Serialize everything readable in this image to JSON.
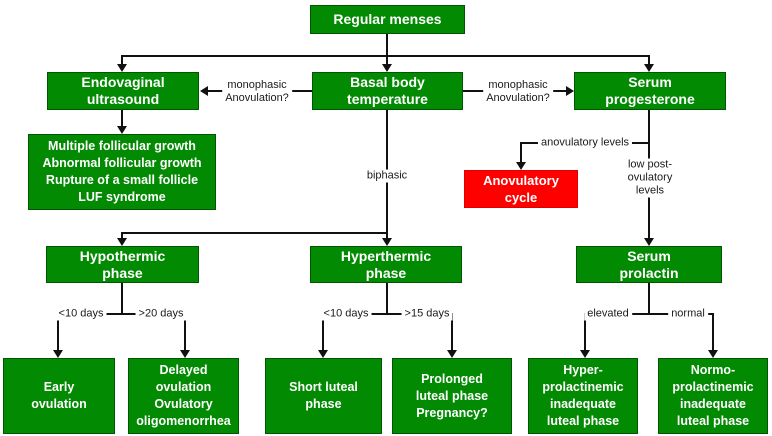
{
  "colors": {
    "node_green": "#038A03",
    "node_red": "#FF0000",
    "node_text": "#FFFFFF",
    "connector": "#111111",
    "background": "#FFFFFF"
  },
  "nodes": {
    "regular_menses": "Regular menses",
    "endovaginal_ultrasound": "Endovaginal\nultrasound",
    "basal_body_temperature": "Basal body\ntemperature",
    "serum_progesterone": "Serum\nprogesterone",
    "ultrasound_findings": "Multiple follicular growth\nAbnormal follicular growth\nRupture of a small follicle\nLUF syndrome",
    "anovulatory_cycle": "Anovulatory\ncycle",
    "hypothermic_phase": "Hypothermic\nphase",
    "hyperthermic_phase": "Hyperthermic\nphase",
    "serum_prolactin": "Serum\nprolactin",
    "early_ovulation": "Early\novulation",
    "delayed_ovulation": "Delayed\novulation\nOvulatory\noligomenorrhea",
    "short_luteal_phase": "Short luteal\nphase",
    "prolonged_luteal_phase": "Prolonged\nluteal phase\nPregnancy?",
    "hyper_prolactinemic": "Hyper-\nprolactinemic\ninadequate\nluteal phase",
    "normo_prolactinemic": "Normo-\nprolactinemic\ninadequate\nluteal phase"
  },
  "edge_labels": {
    "monophasic_left": "monophasic\nAnovulation?",
    "monophasic_right": "monophasic\nAnovulation?",
    "biphasic": "biphasic",
    "anovulatory_levels": "anovulatory levels",
    "low_post_ovulatory": "low post-\novulatory\nlevels",
    "lt10_days_left": "<10 days",
    "gt20_days": ">20 days",
    "lt10_days_mid": "<10 days",
    "gt15_days": ">15 days",
    "elevated": "elevated",
    "normal": "normal"
  }
}
